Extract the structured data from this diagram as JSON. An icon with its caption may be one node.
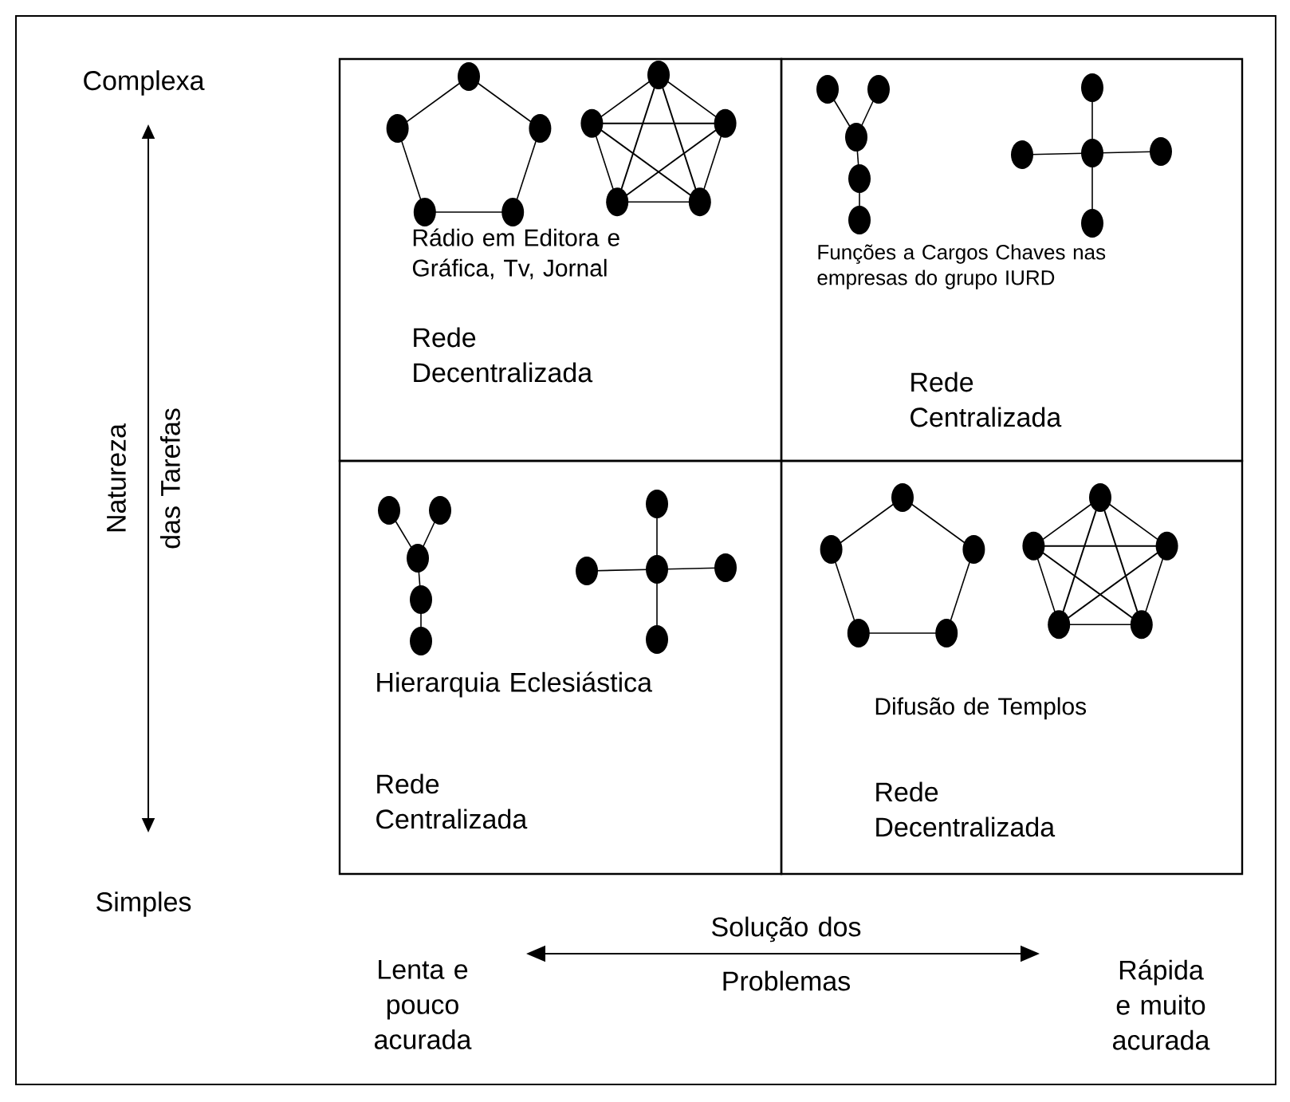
{
  "diagram": {
    "nodes": [
      {
        "text": [
          "Rádio em Editora e Gráfica, Tv, Jornal",
          "Rede Decentralizada"
        ]
      },
      {
        "text": [
          "Funções a Cargos Chaves nas empresas do grupo IURD",
          "Rede Centralizada"
        ]
      },
      {
        "text": [
          "Hierarquia Eclesiástica",
          "Rede Centralizada"
        ]
      },
      {
        "text": [
          "Difusão de Templos",
          "Rede Decentralizada"
        ]
      }
    ],
    "labels": [
      "Complexa",
      "Natureza das Tarefas",
      "Simples",
      "Lenta e pouco acurada",
      "Solução dos Problemas",
      "Rápida e muito acurada"
    ]
  }
}
